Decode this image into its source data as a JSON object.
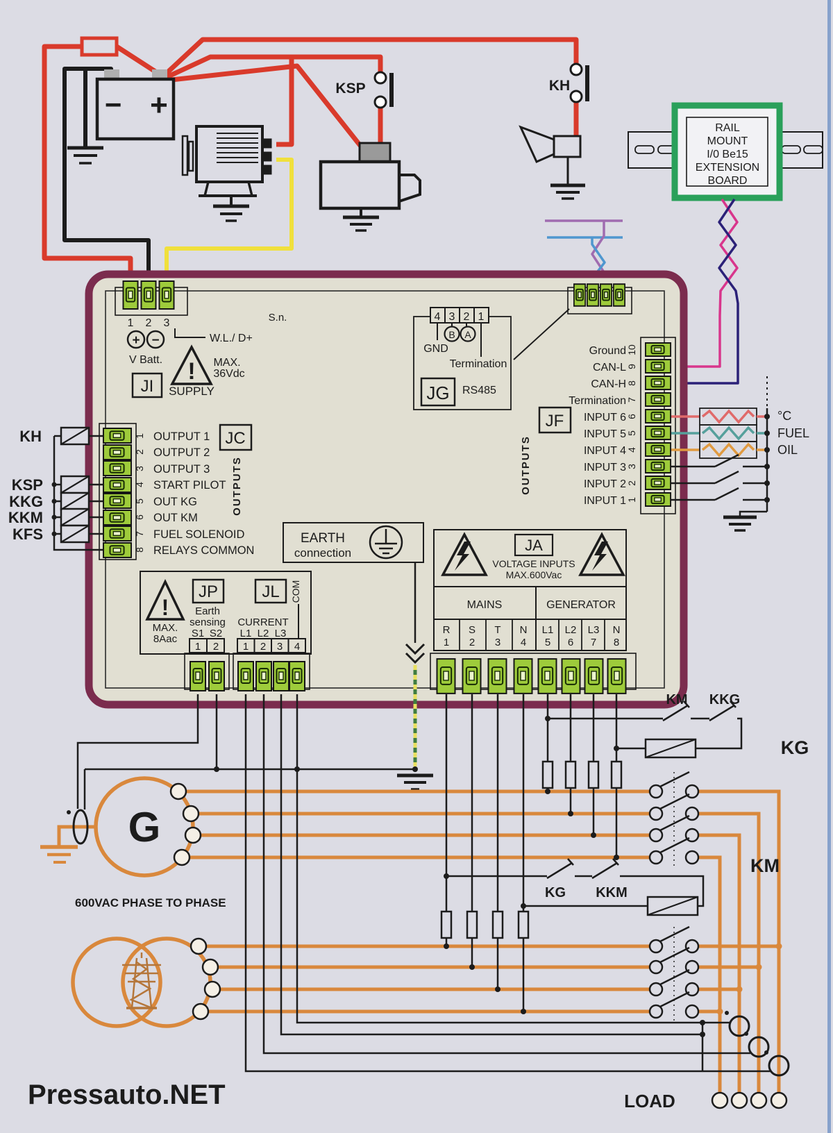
{
  "page": {
    "watermark": "Pressauto.NET"
  },
  "top": {
    "ksp": "KSP",
    "kh": "KH",
    "battery": {
      "minus": "−",
      "plus": "+"
    },
    "extension": [
      "RAIL",
      "MOUNT",
      "I/0 Be15",
      "EXTENSION",
      "BOARD"
    ]
  },
  "board": {
    "sn": "S.n.",
    "supply": {
      "pins": [
        "1",
        "2",
        "3"
      ],
      "plus": "+",
      "minus": "−",
      "vbatt": "V Batt.",
      "ji": "JI",
      "warn": "!",
      "max1": "MAX.",
      "max2": "36Vdc",
      "label": "SUPPLY",
      "wl": "W.L./ D+"
    },
    "jg": {
      "pins": [
        "4",
        "3",
        "2",
        "1"
      ],
      "gnd": "GND",
      "b": "B",
      "a": "A",
      "termination": "Termination",
      "tag": "JG",
      "bus": "RS485"
    },
    "jc": {
      "tag": "JC",
      "watermark": "OUTPUTS",
      "rows": [
        [
          "1",
          "OUTPUT 1"
        ],
        [
          "2",
          "OUTPUT 2"
        ],
        [
          "3",
          "OUTPUT 3"
        ],
        [
          "4",
          "START PILOT"
        ],
        [
          "5",
          "OUT KG"
        ],
        [
          "6",
          "OUT KM"
        ],
        [
          "7",
          "FUEL SOLENOID"
        ],
        [
          "8",
          "RELAYS COMMON"
        ]
      ]
    },
    "jf": {
      "tag": "JF",
      "watermark": "OUTPUTS",
      "rows": [
        [
          "10",
          "Ground"
        ],
        [
          "9",
          "CAN-L"
        ],
        [
          "8",
          "CAN-H"
        ],
        [
          "7",
          "Termination"
        ],
        [
          "6",
          "INPUT 6"
        ],
        [
          "5",
          "INPUT 5"
        ],
        [
          "4",
          "INPUT 4"
        ],
        [
          "3",
          "INPUT 3"
        ],
        [
          "2",
          "INPUT 2"
        ],
        [
          "1",
          "INPUT 1"
        ]
      ]
    },
    "ja": {
      "tag": "JA",
      "warn1": "VOLTAGE INPUTS",
      "warn2": "MAX.600Vac",
      "mains": "MAINS",
      "generator": "GENERATOR",
      "cells": [
        [
          "R",
          "1"
        ],
        [
          "S",
          "2"
        ],
        [
          "T",
          "3"
        ],
        [
          "N",
          "4"
        ],
        [
          "L1",
          "5"
        ],
        [
          "L2",
          "6"
        ],
        [
          "L3",
          "7"
        ],
        [
          "N",
          "8"
        ]
      ]
    },
    "jp": {
      "tag": "JP",
      "warn": "!",
      "max1": "MAX.",
      "max2": "8Aac",
      "l1": "Earth",
      "l2": "sensing",
      "s1": "S1",
      "s2": "S2",
      "pins": [
        "1",
        "2"
      ]
    },
    "jl": {
      "tag": "JL",
      "label": "CURRENT",
      "l1": "L1",
      "l2": "L2",
      "l3": "L3",
      "com": "COM",
      "pins": [
        "1",
        "2",
        "3",
        "4"
      ]
    },
    "earth": {
      "l1": "EARTH",
      "l2": "connection"
    }
  },
  "relays": {
    "kh": "KH",
    "ksp": "KSP",
    "kkg": "KKG",
    "kkm": "KKM",
    "kfs": "KFS"
  },
  "inputs": {
    "temp": "°C",
    "fuel": "FUEL",
    "oil": "OIL"
  },
  "power": {
    "gen": "G",
    "caption": "600VAC PHASE TO PHASE",
    "kg_circuit": {
      "km": "KM",
      "kkg": "KKG",
      "coil": "KG"
    },
    "km_circuit": {
      "kg": "KG",
      "kkm": "KKM",
      "coil": "KM"
    },
    "load": "LOAD"
  }
}
